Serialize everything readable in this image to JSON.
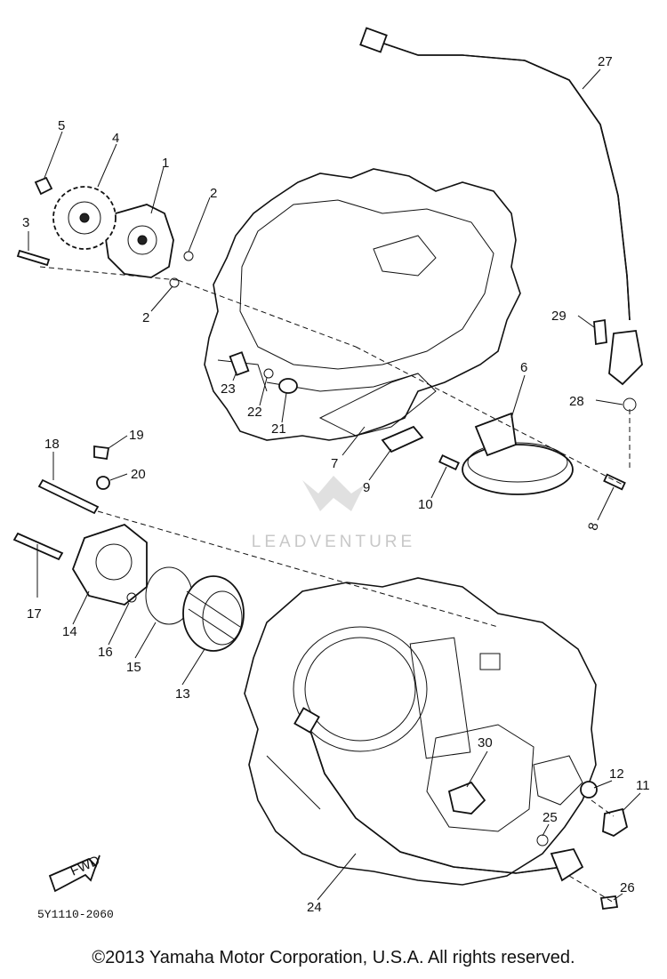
{
  "diagram": {
    "callouts": [
      "1",
      "2",
      "2",
      "3",
      "4",
      "5",
      "6",
      "7",
      "8",
      "9",
      "10",
      "11",
      "12",
      "13",
      "14",
      "15",
      "16",
      "17",
      "18",
      "19",
      "20",
      "21",
      "22",
      "23",
      "24",
      "25",
      "26",
      "27",
      "28",
      "29",
      "30"
    ],
    "fwd_label": "FWD",
    "drawing_code": "5Y1110-2060"
  },
  "watermark": {
    "text": "LEADVENTURE"
  },
  "footer": {
    "copyright": "©2013 Yamaha Motor Corporation, U.S.A. All rights reserved."
  }
}
